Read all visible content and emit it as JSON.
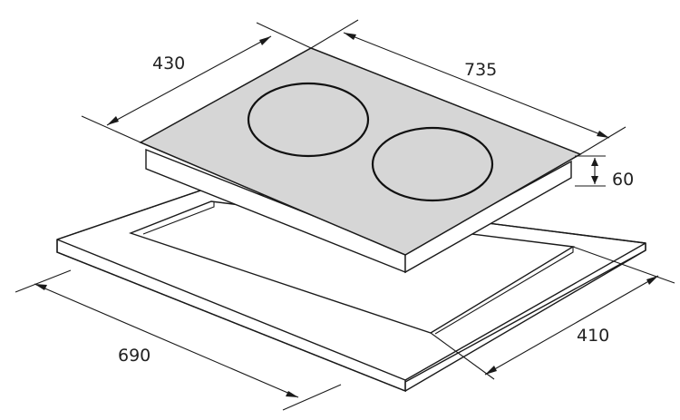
{
  "diagram": {
    "colors": {
      "glass_top": "#d6d6d6",
      "outline": "#1a1a1a",
      "background": "#ffffff"
    },
    "dimensions": {
      "hob_depth": "430",
      "hob_width": "735",
      "hob_height": "60",
      "cutout_width": "690",
      "cutout_depth": "410"
    },
    "burners": 2
  }
}
